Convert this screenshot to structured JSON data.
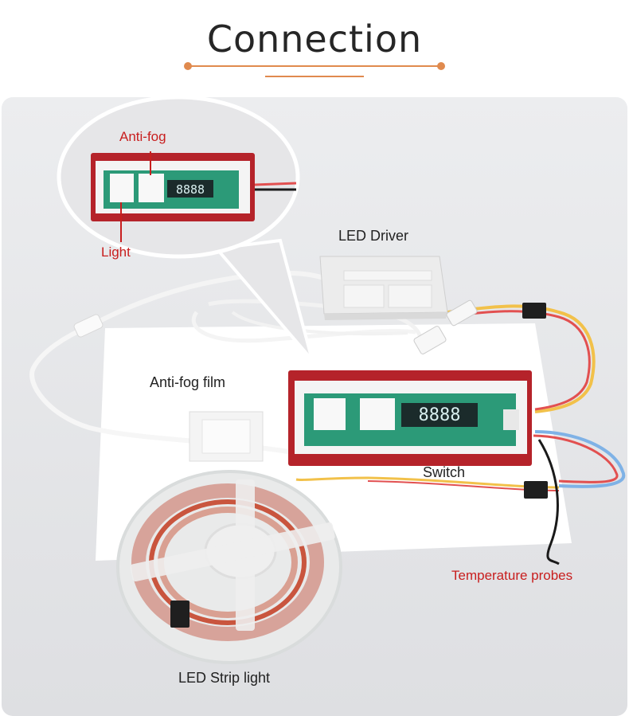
{
  "title": "Connection",
  "labels": {
    "anti_fog": "Anti-fog",
    "light": "Light",
    "led_driver": "LED Driver",
    "anti_fog_film": "Anti-fog film",
    "switch": "Switch",
    "temperature_probes": "Temperature probes",
    "led_strip_light": "LED Strip light"
  },
  "display_digits": "8888",
  "colors": {
    "accent": "#e08a4e",
    "label_red": "#c81e1e",
    "frame_red": "#b5232a",
    "pcb_green": "#2c9a78"
  }
}
